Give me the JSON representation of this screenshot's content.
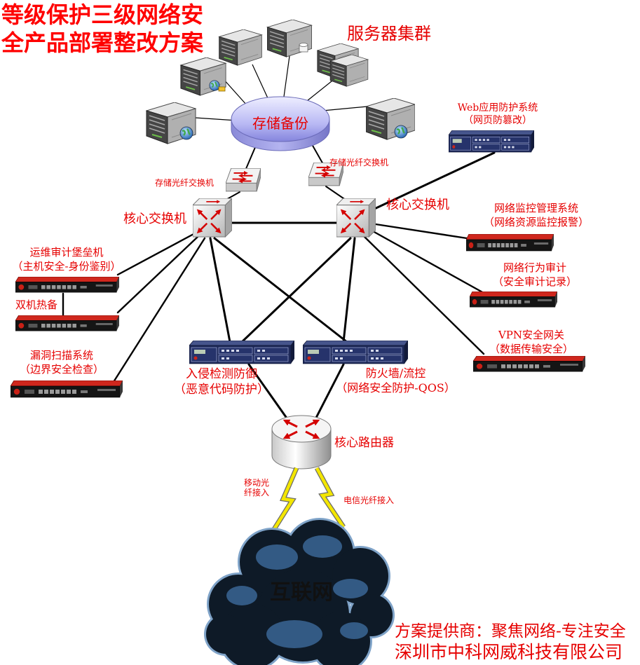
{
  "title": {
    "line1": "等级保护三级网络安",
    "line2": "全产品部署整改方案"
  },
  "server_cluster": {
    "label": "服务器集群"
  },
  "storage_backup": {
    "label": "存储备份"
  },
  "storage_switch_left": {
    "label": "存储光纤交换机"
  },
  "storage_switch_right": {
    "label": "存储光纤交换机"
  },
  "core_switch_left": {
    "label": "核心交换机"
  },
  "core_switch_right": {
    "label": "核心交换机"
  },
  "waf": {
    "name": "Web应用防护系统",
    "desc": "（网页防篡改）"
  },
  "network_monitor": {
    "name": "网络监控管理系统",
    "desc": "（网络资源监控报警）"
  },
  "behavior_audit": {
    "name": "网络行为审计",
    "desc": "（安全审计记录）"
  },
  "vpn_gateway": {
    "name": "VPN安全网关",
    "desc": "（数据传输安全）"
  },
  "bastion_host": {
    "name": "运维审计堡垒机",
    "desc": "（主机安全-身份鉴别）"
  },
  "hot_standby": {
    "label": "双机热备"
  },
  "vuln_scanner": {
    "name": "漏洞扫描系统",
    "desc": "（边界安全检查）"
  },
  "ips": {
    "name": "入侵检测防御",
    "desc": "（恶意代码防护）"
  },
  "firewall": {
    "name": "防火墙/流控",
    "desc": "（网络安全防护-QOS）"
  },
  "core_router": {
    "label": "核心路由器"
  },
  "mobile_uplink": {
    "line1": "移动光",
    "line2": "纤接入"
  },
  "telecom_uplink": {
    "label": "电信光纤接入"
  },
  "internet": {
    "label": "互联网"
  },
  "footer": {
    "line1": "方案提供商：聚焦网络-专注安全",
    "line2": "深圳市中科网威科技有限公司"
  },
  "colors": {
    "label_red": "#e60000",
    "link_black": "#000000",
    "bolt_yellow": "#f3e600",
    "cloud_dark": "#0e1a27",
    "storage_lavender": "#a9a9f0"
  },
  "icons": {
    "server": "server-icon",
    "storage": "storage-backup-icon",
    "fiber_switch": "fiber-switch-icon",
    "core_switch": "core-switch-icon",
    "security_appliance": "rack-appliance-icon",
    "router": "core-router-icon",
    "uplink": "lightning-icon",
    "internet": "cloud-icon"
  }
}
